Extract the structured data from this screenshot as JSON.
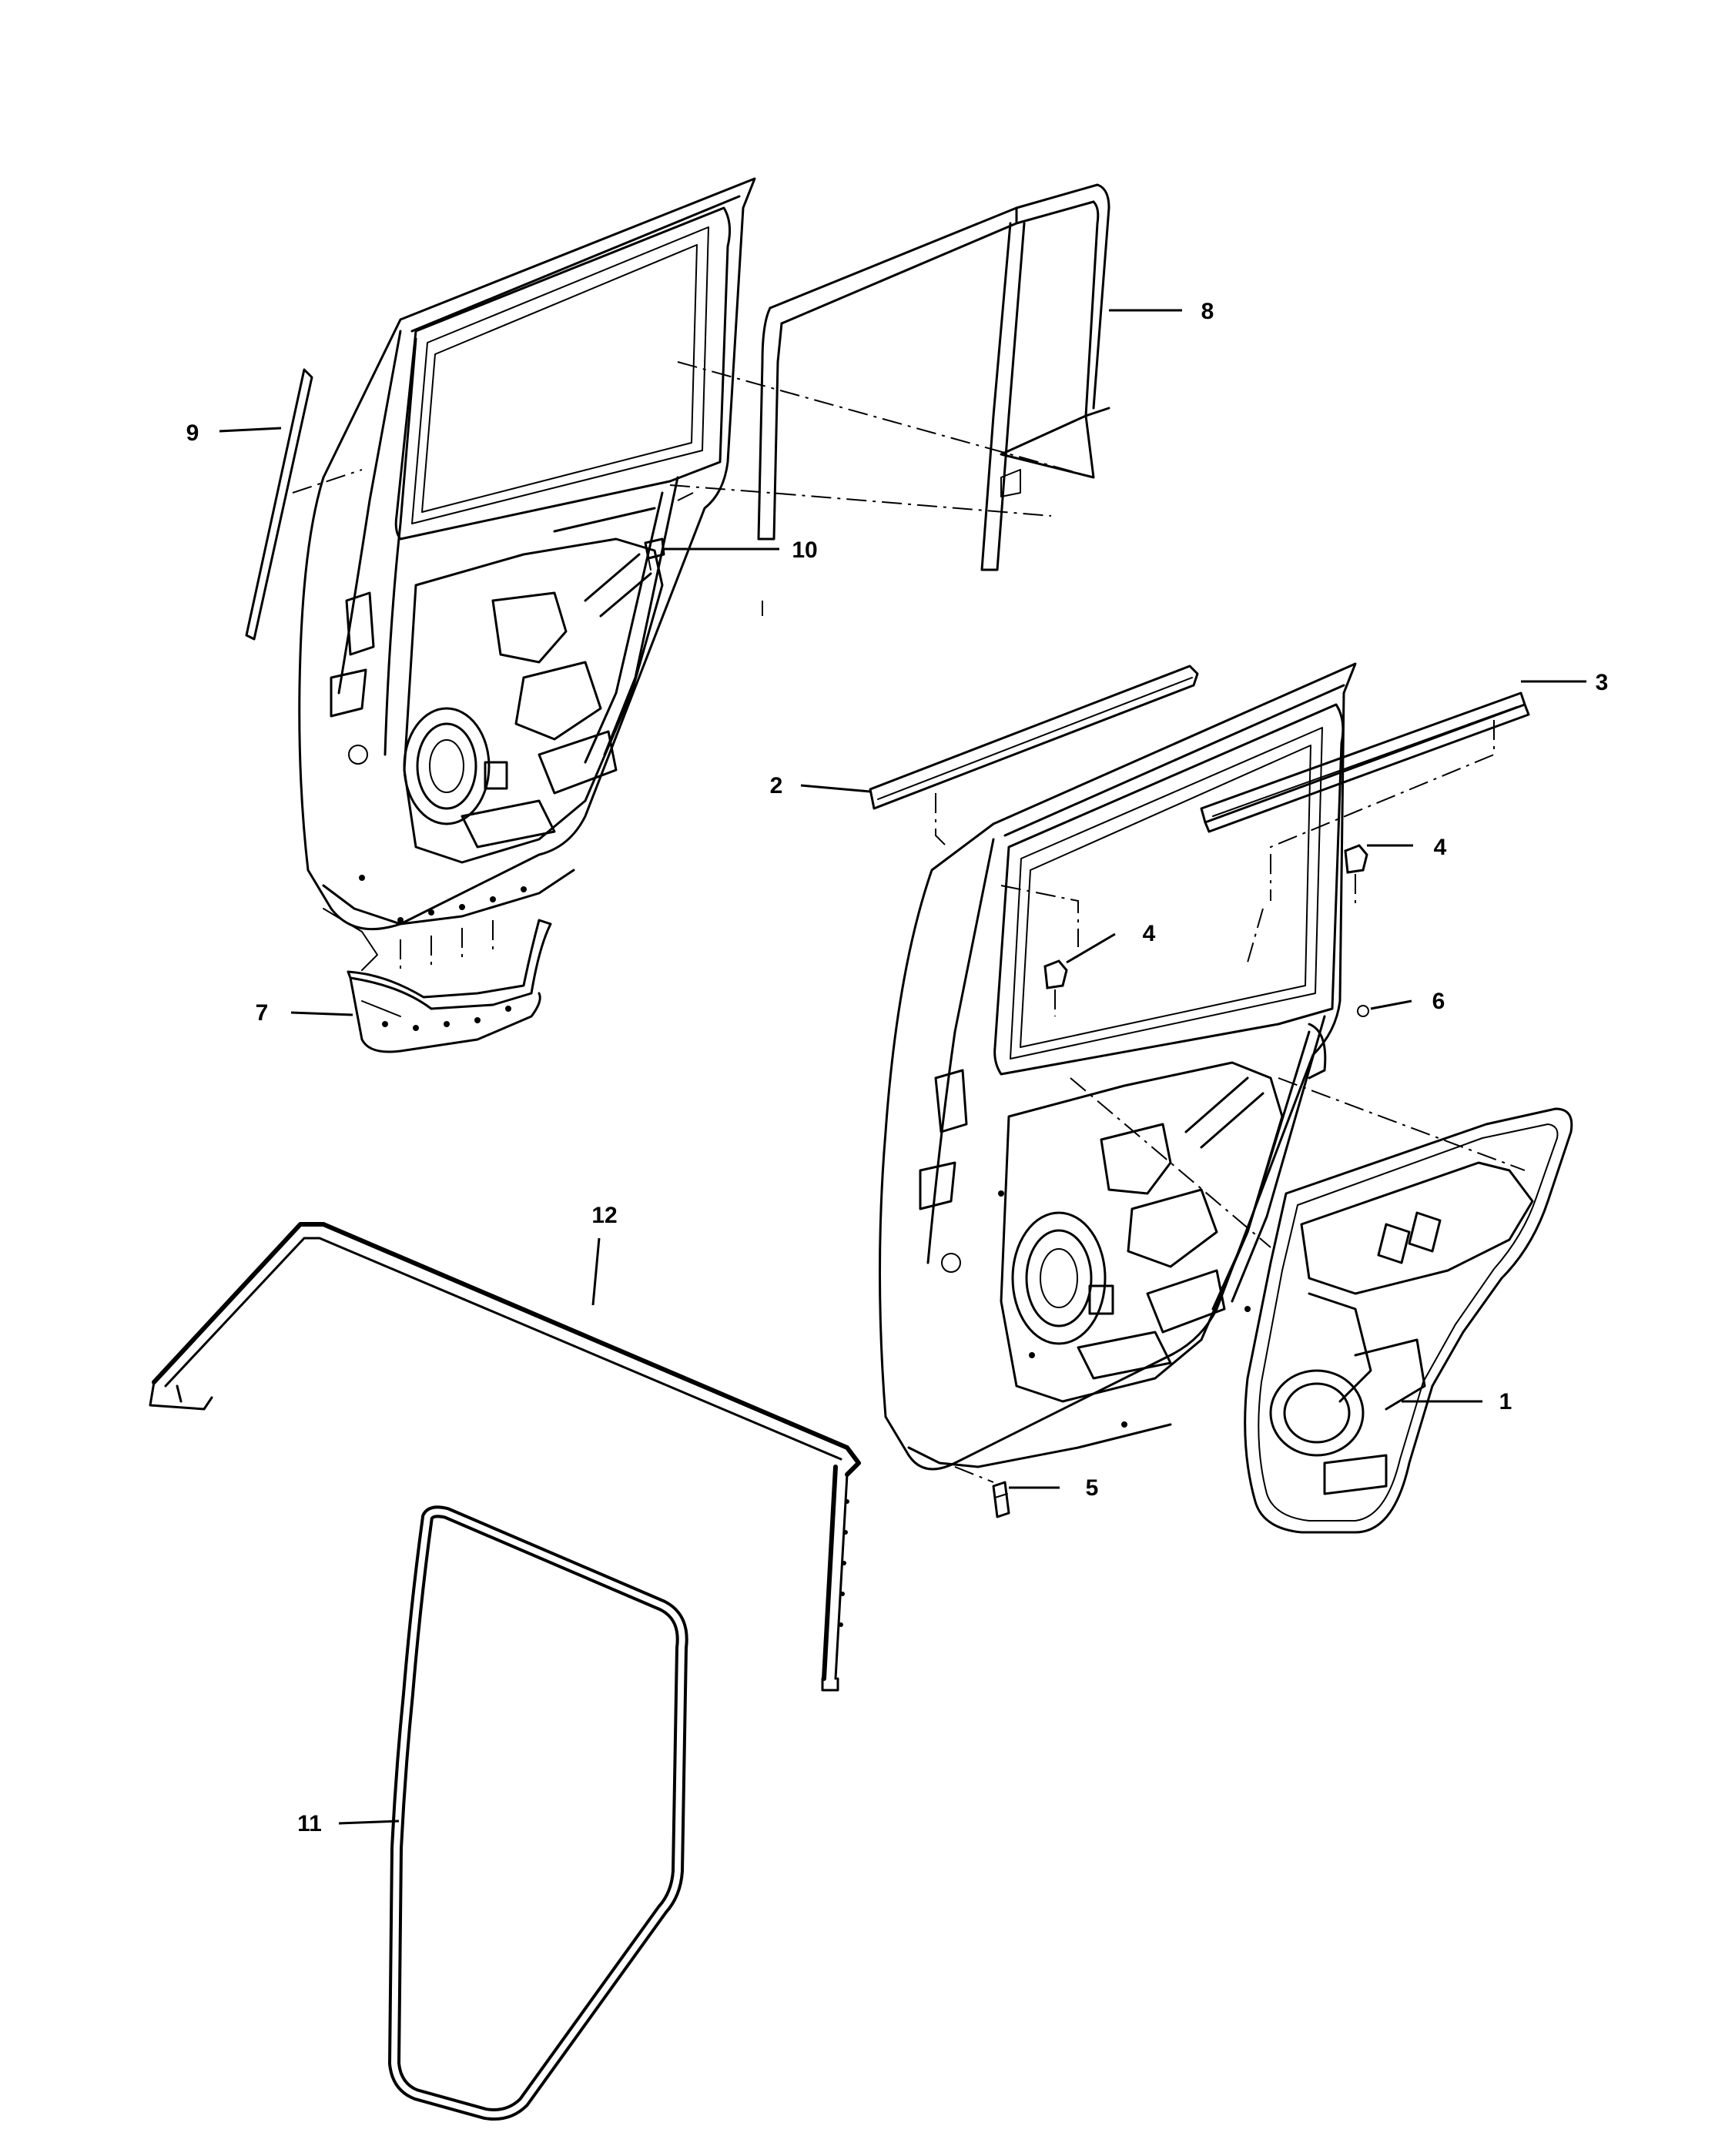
{
  "callouts": [
    {
      "id": "1",
      "label": "1"
    },
    {
      "id": "2",
      "label": "2"
    },
    {
      "id": "3",
      "label": "3"
    },
    {
      "id": "4a",
      "label": "4"
    },
    {
      "id": "4b",
      "label": "4"
    },
    {
      "id": "5",
      "label": "5"
    },
    {
      "id": "6",
      "label": "6"
    },
    {
      "id": "7",
      "label": "7"
    },
    {
      "id": "8",
      "label": "8"
    },
    {
      "id": "9",
      "label": "9"
    },
    {
      "id": "10",
      "label": "10"
    },
    {
      "id": "11",
      "label": "11"
    },
    {
      "id": "12",
      "label": "12"
    }
  ]
}
